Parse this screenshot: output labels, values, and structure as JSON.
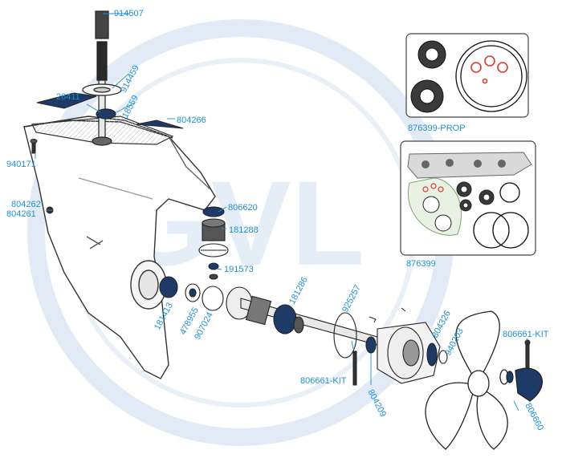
{
  "colors": {
    "label": "#1f8fd6",
    "watermark": "#dfe9f4",
    "ink": "#222222",
    "navy": "#1e3b68",
    "seal_red": "#e0382b"
  },
  "watermark": {
    "text": "GVL"
  },
  "labels": {
    "p914507": "914507",
    "p914459": "914459",
    "p26411": "26411",
    "p18559": "18559",
    "p804266": "804266",
    "p940171": "940171",
    "p804262": "804262",
    "p804261": "804261",
    "p806620": "806620",
    "p181288": "181288",
    "p191573": "191573",
    "p181286": "181286",
    "p181413": "181413",
    "p478955": "478955",
    "p907024": "907024",
    "p925257": "925257",
    "p804326": "804326",
    "p940203": "940203",
    "p806661_kit_left": "806661-KIT",
    "p806661_kit_right": "806661-KIT",
    "p804209": "804209",
    "p806660": "806660",
    "kit_prop": "876399-PROP",
    "kit_full": "876399"
  }
}
